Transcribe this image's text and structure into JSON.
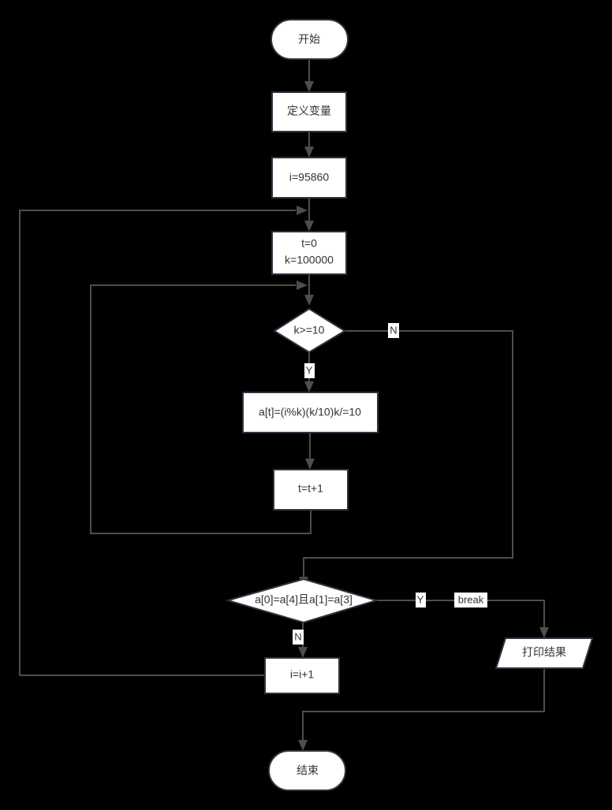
{
  "diagram": {
    "type": "flowchart",
    "title": "",
    "background_color": "#000000",
    "node_fill_color": "#ffffff",
    "node_stroke_color": "#2e3440",
    "edge_color": "#4d4d4d",
    "text_color": "#333333",
    "nodes": [
      {
        "id": "start",
        "shape": "terminator",
        "label": "开始"
      },
      {
        "id": "define",
        "shape": "process",
        "label": "定义变量"
      },
      {
        "id": "init_i",
        "shape": "process",
        "label": "i=95860"
      },
      {
        "id": "init_tk_line1",
        "shape": "process",
        "label": "t=0"
      },
      {
        "id": "init_tk_line2",
        "shape": "process",
        "label": "k=100000"
      },
      {
        "id": "cond_k",
        "shape": "decision",
        "label": "k>=10"
      },
      {
        "id": "digit",
        "shape": "process",
        "label": "a[t]=(i%k)(k/10)k/=10"
      },
      {
        "id": "inc_t",
        "shape": "process",
        "label": "t=t+1"
      },
      {
        "id": "cond_pal",
        "shape": "decision",
        "label": "a[0]=a[4]且a[1]=a[3]"
      },
      {
        "id": "inc_i",
        "shape": "process",
        "label": "i=i+1"
      },
      {
        "id": "print",
        "shape": "input-output",
        "label": "打印结果"
      },
      {
        "id": "end",
        "shape": "terminator",
        "label": "结束"
      }
    ],
    "edge_labels": {
      "cond_k_no": "N",
      "cond_k_yes": "Y",
      "cond_pal_yes": "Y",
      "cond_pal_break": "break",
      "cond_pal_no": "N"
    }
  }
}
